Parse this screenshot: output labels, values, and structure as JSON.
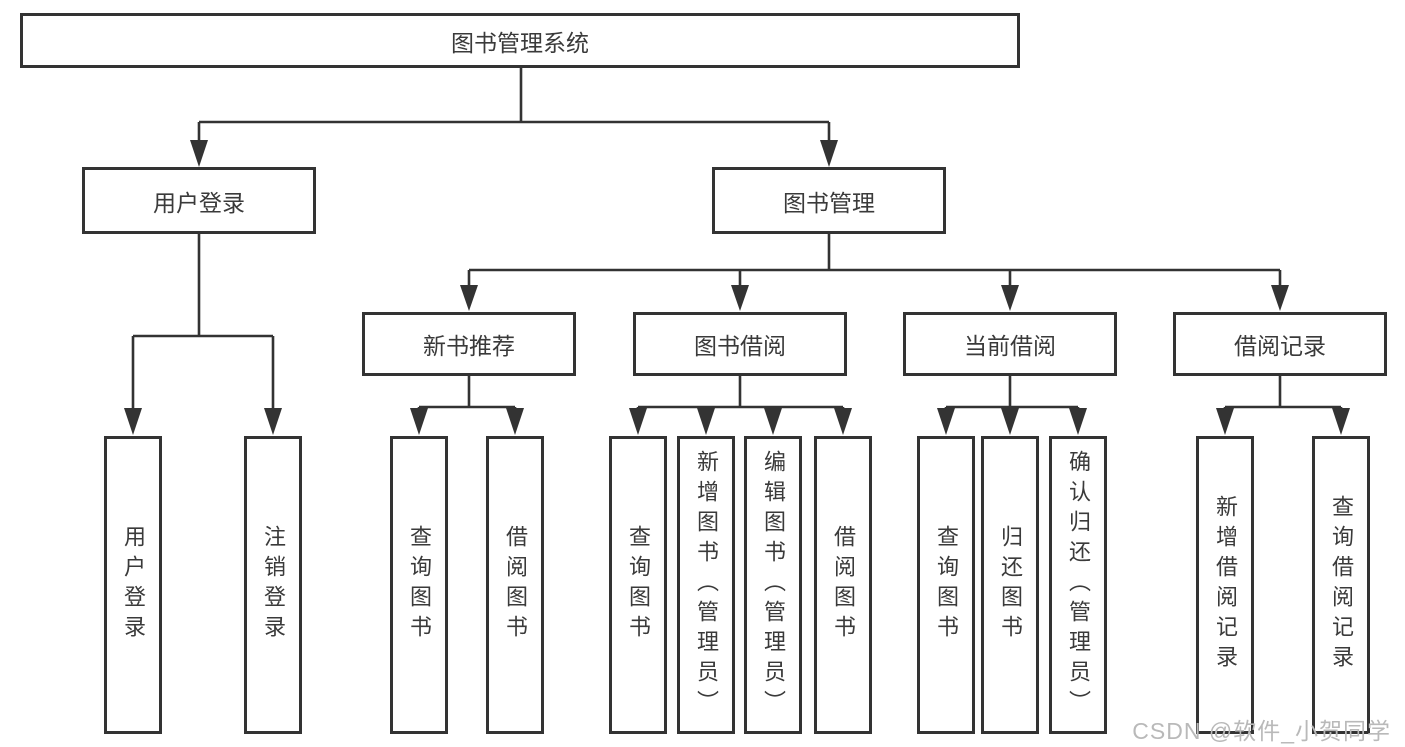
{
  "diagram": {
    "root": {
      "label": "图书管理系统"
    },
    "branches": [
      {
        "label": "用户登录",
        "leaves": [
          {
            "label": "用户登录"
          },
          {
            "label": "注销登录"
          }
        ]
      },
      {
        "label": "图书管理",
        "categories": [
          {
            "label": "新书推荐",
            "leaves": [
              {
                "label": "查询图书"
              },
              {
                "label": "借阅图书"
              }
            ]
          },
          {
            "label": "图书借阅",
            "leaves": [
              {
                "label": "查询图书"
              },
              {
                "label": "新增图书（管理员）"
              },
              {
                "label": "编辑图书（管理员）"
              },
              {
                "label": "借阅图书"
              }
            ]
          },
          {
            "label": "当前借阅",
            "leaves": [
              {
                "label": "查询图书"
              },
              {
                "label": "归还图书"
              },
              {
                "label": "确认归还（管理员）"
              }
            ]
          },
          {
            "label": "借阅记录",
            "leaves": [
              {
                "label": "新增借阅记录"
              },
              {
                "label": "查询借阅记录"
              }
            ]
          }
        ]
      }
    ]
  },
  "watermark": {
    "text": "CSDN @软件_小贺同学"
  },
  "colors": {
    "line": "#333333",
    "text": "#3a3a3a",
    "watermark": "#b9b9b9",
    "background": "#ffffff"
  }
}
